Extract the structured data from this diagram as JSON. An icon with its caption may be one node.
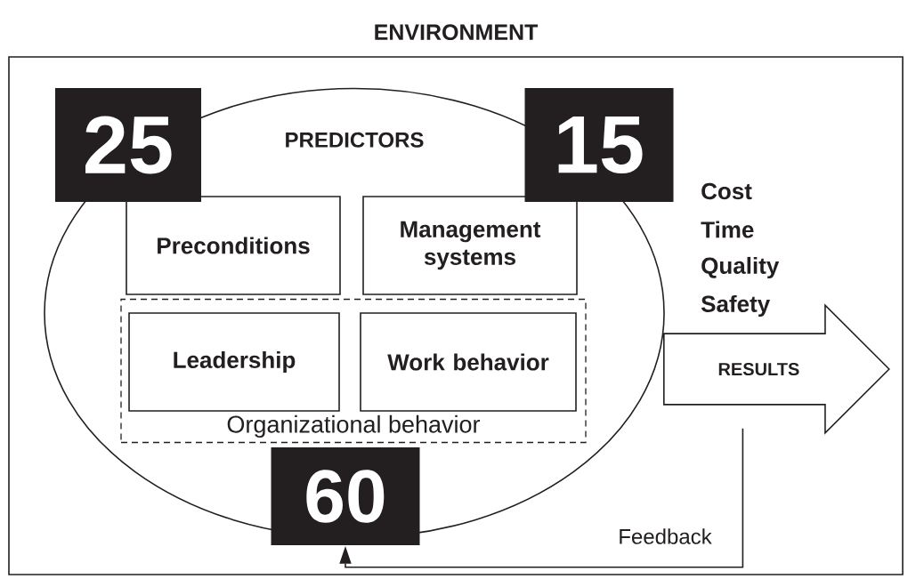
{
  "diagram": {
    "nodes": [
      {
        "text": [
          "ENVIRONMENT"
        ]
      },
      {
        "text": [
          "PREDICTORS"
        ],
        "in": 0
      },
      {
        "text": [
          "Preconditions"
        ],
        "in": 1
      },
      {
        "text": [
          "Management systems"
        ],
        "in": 1
      },
      {
        "text": [
          "Organizational behavior"
        ],
        "in": 1
      },
      {
        "text": [
          "Leadership"
        ],
        "in": 4
      },
      {
        "text": [
          "Work behavior"
        ],
        "in": 4
      },
      {
        "text": [
          "RESULTS"
        ],
        "beside": [
          "Cost",
          "Time",
          "Quality",
          "Safety"
        ],
        "in": 0
      },
      {
        "text": [
          "25"
        ],
        "in": 0
      },
      {
        "text": [
          "15"
        ],
        "in": 0
      },
      {
        "text": [
          "60"
        ],
        "in": 0
      }
    ],
    "edges": [
      {
        "from": 7,
        "to": 10,
        "arrow": "to",
        "label": "Feedback"
      }
    ]
  }
}
